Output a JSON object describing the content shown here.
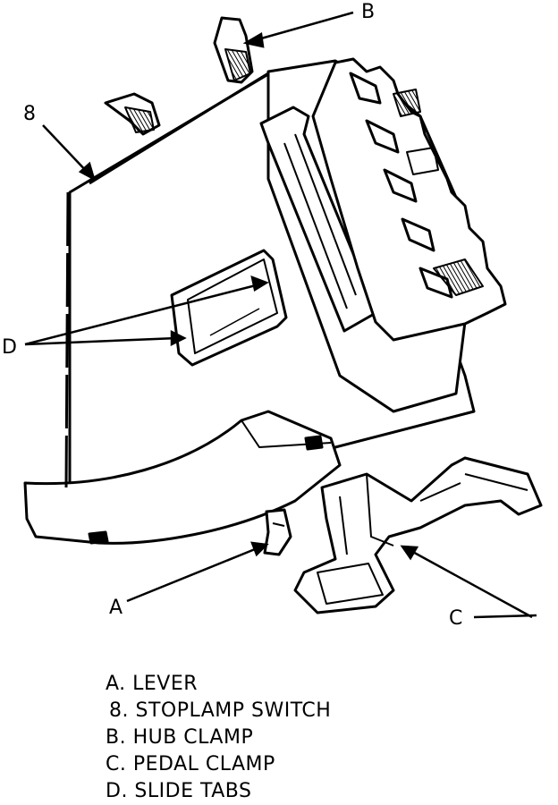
{
  "callouts": {
    "b": "B",
    "eight": "8",
    "d": "D",
    "a": "A",
    "c": "C"
  },
  "legend": [
    "A. LEVER",
    "8. STOPLAMP SWITCH",
    "B. HUB CLAMP",
    "C. PEDAL CLAMP",
    "D. SLIDE TABS"
  ]
}
